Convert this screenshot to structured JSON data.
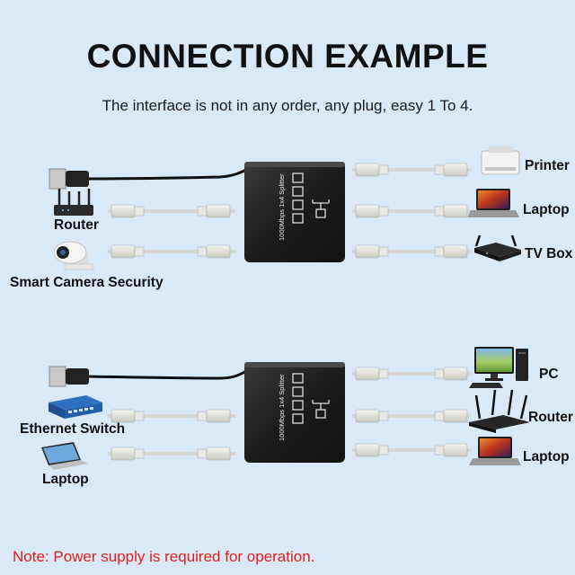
{
  "title": "CONNECTION EXAMPLE",
  "subtitle": "The interface is not in any order, any plug, easy 1 To 4.",
  "splitter_text": "1000Mbps 1x4 Splitter",
  "top": {
    "left_labels": [
      "Router",
      "Smart Camera Security"
    ],
    "right_labels": [
      "Printer",
      "Laptop",
      "TV Box"
    ]
  },
  "bottom": {
    "left_labels": [
      "Ethernet Switch",
      "Laptop"
    ],
    "right_labels": [
      "PC",
      "Router",
      "Laptop"
    ]
  },
  "note": "Note: Power supply is required for operation.",
  "colors": {
    "background": "#d9e9f7",
    "note": "#e0201a",
    "splitter": "#1f1f1f",
    "cable": "#d8d8d3"
  },
  "icons": [
    "usb-plug-icon",
    "router-icon",
    "camera-icon",
    "printer-icon",
    "laptop-icon",
    "tv-box-icon",
    "pc-icon",
    "network-switch-icon"
  ]
}
